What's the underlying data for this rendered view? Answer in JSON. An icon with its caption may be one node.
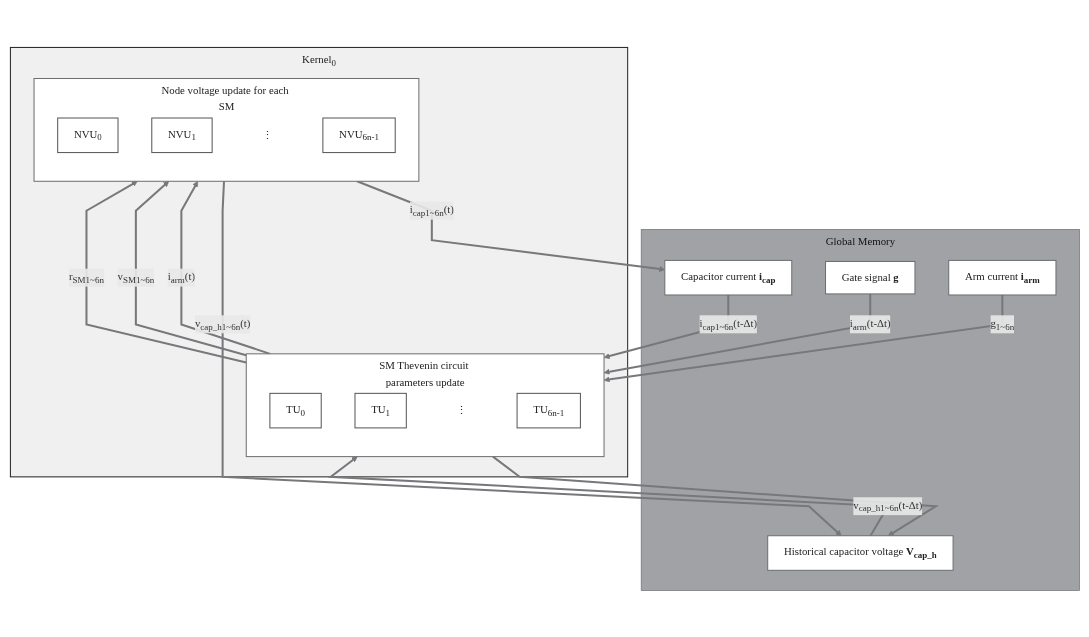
{
  "diagram": {
    "nodes": [
      {
        "text": [
          "Global Memory"
        ]
      },
      {
        "text": [
          "Gate signal **g**"
        ],
        "in": 0
      },
      {
        "text": [
          "Arm current **i$_{arm}$**"
        ],
        "in": 0
      },
      {
        "text": [
          "Historical capacitor voltage **V$_{cap_h}$**"
        ],
        "in": 0
      },
      {
        "text": [
          "Capacitor current **i$_{cap}$**"
        ],
        "in": 0
      },
      {
        "text": [
          "Kernel$_{0}$"
        ]
      },
      {
        "text": [
          "SM Thevenin circuit parameters update"
        ],
        "in": 5
      },
      {
        "text": [
          "TU$_{0}$"
        ],
        "in": 6
      },
      {
        "text": [
          "TU$_{1}$"
        ],
        "in": 6
      },
      {
        "text": [
          "TU$_{6n-1}$"
        ],
        "in": 6
      },
      {
        "text": [
          "Node voltage update for each SM"
        ],
        "in": 5
      },
      {
        "text": [
          "NVU$_{0}$"
        ],
        "in": 10
      },
      {
        "text": [
          "NVU$_{1}$"
        ],
        "in": 10
      },
      {
        "text": [
          "NVU$_{6n-1}$"
        ],
        "in": 10
      }
    ],
    "edges": [
      {
        "from": 4,
        "to": 6,
        "arrow": "to",
        "label": "i$_{cap1~6n}$(t-Δt)"
      },
      {
        "from": 3,
        "to": 6,
        "arrow": "to",
        "label": "v$_{cap_h1~6n}$(t-Δt)"
      },
      {
        "from": 2,
        "to": 6,
        "arrow": "to",
        "label": "g$_{1~6n}$"
      },
      {
        "from": 1,
        "to": 6,
        "arrow": "to",
        "label": "i$_{arm}$(t-Δt)"
      },
      {
        "from": 6,
        "to": 10,
        "arrow": "to",
        "label": "i$_{arm}$(t)"
      },
      {
        "from": 6,
        "to": 3,
        "arrow": "to"
      },
      {
        "from": 6,
        "to": 10,
        "arrow": "to",
        "label": "v$_{SM1~6n}$"
      },
      {
        "from": 6,
        "to": 10,
        "arrow": "to",
        "label": "r$_{SM1~6n}$"
      },
      {
        "from": 10,
        "to": 4,
        "arrow": "to",
        "label": "i$_{cap1~6n}$(t)"
      },
      {
        "from": 10,
        "to": 3,
        "arrow": "to",
        "label": "v$_{cap_h1~6n}$(t)"
      }
    ],
    "labels": [
      "⋮",
      "⋮"
    ]
  }
}
